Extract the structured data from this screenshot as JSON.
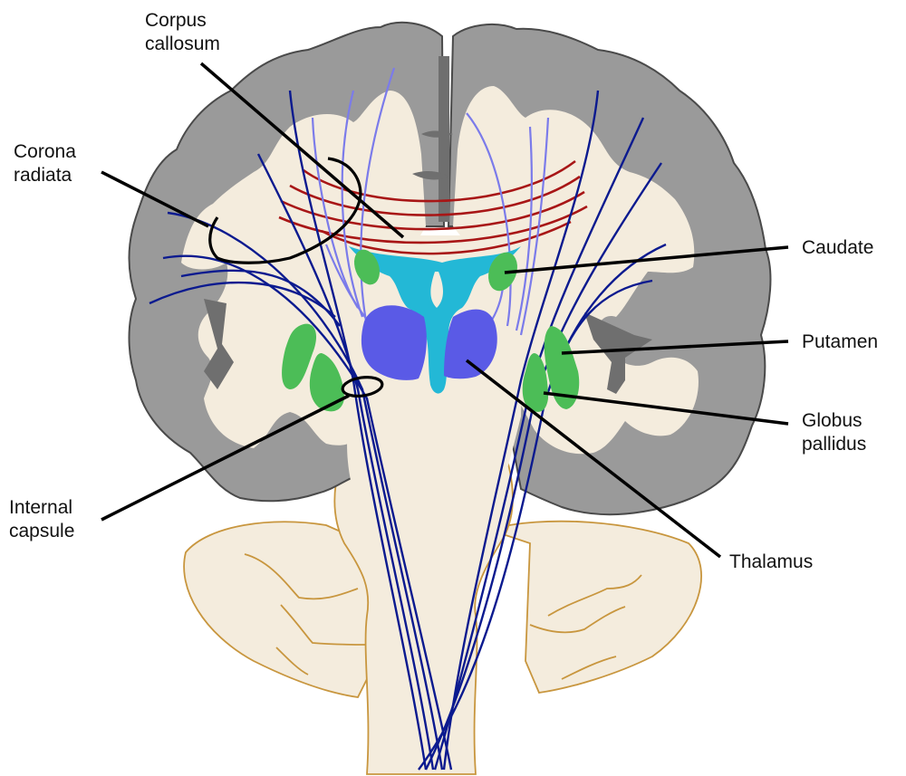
{
  "figure": {
    "subject": "Coronal section of the brain showing white matter tracts and basal nuclei",
    "colors": {
      "gray_matter": "#9a9a9a",
      "white_matter": "#f4ecdd",
      "cerebellum_outline": "#c8963e",
      "projection_fibers": "#0b1a8f",
      "association_fibers": "#7b7bea",
      "callosal_fibers": "#a81616",
      "basal_nuclei": "#4cbd57",
      "ventricles": "#23b8d6",
      "thalamus": "#5a5ae6",
      "leader_lines": "#000000"
    }
  },
  "labels": {
    "corpus_callosum": "Corpus\ncallosum",
    "corona_radiata": "Corona\nradiata",
    "caudate": "Caudate",
    "putamen": "Putamen",
    "globus_pallidus": "Globus\npallidus",
    "internal_capsule": "Internal\ncapsule",
    "thalamus": "Thalamus"
  }
}
